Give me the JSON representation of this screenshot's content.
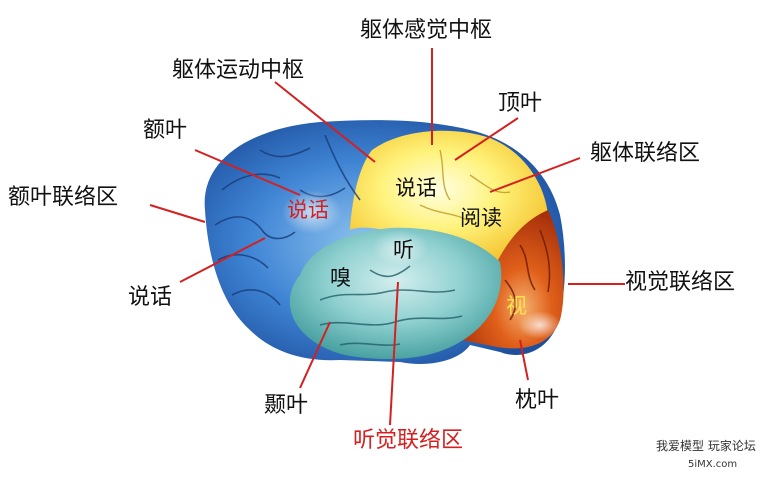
{
  "labels": {
    "somatosensory_center": "躯体感觉中枢",
    "somatomotor_center": "躯体运动中枢",
    "parietal_lobe": "顶叶",
    "frontal_lobe": "额叶",
    "somatic_association_area": "躯体联络区",
    "frontal_association_area": "额叶联络区",
    "speech_left": "说话",
    "visual_association_area": "视觉联络区",
    "temporal_lobe": "颞叶",
    "occipital_lobe": "枕叶",
    "auditory_association_area": "听觉联络区"
  },
  "regions": {
    "speech_frontal": "说话",
    "speech_parietal": "说话",
    "reading": "阅读",
    "hearing": "听",
    "smell": "嗅",
    "vision": "视"
  },
  "watermark": {
    "line1": "我爱模型 玩家论坛",
    "line2": "5iMX.com"
  },
  "colors": {
    "leader_line": "#d42020",
    "frontal_blue": "#2f6fc4",
    "temporal_teal": "#6fc4c4",
    "parietal_yellow": "#fff07a",
    "occipital_orange": "#e05a10"
  }
}
